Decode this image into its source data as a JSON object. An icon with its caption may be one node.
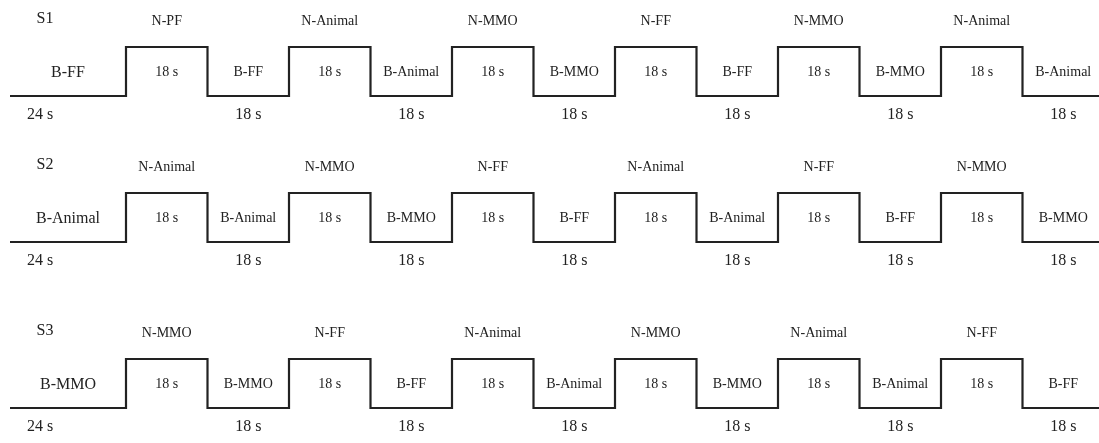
{
  "diagram": {
    "labels": [
      "S1",
      "N-PF",
      "N-Animal",
      "N-MMO",
      "N-FF",
      "N-MMO",
      "N-Animal",
      "B-FF",
      "18 s",
      "B-FF",
      "18 s",
      "B-Animal",
      "18 s",
      "B-MMO",
      "18 s",
      "B-FF",
      "18 s",
      "B-MMO",
      "18 s",
      "B-Animal",
      "24 s",
      "18 s",
      "18 s",
      "18 s",
      "18 s",
      "18 s",
      "18 s",
      "S2",
      "N-Animal",
      "N-MMO",
      "N-FF",
      "N-Animal",
      "N-FF",
      "N-MMO",
      "B-Animal",
      "18 s",
      "B-Animal",
      "18 s",
      "B-MMO",
      "18 s",
      "B-FF",
      "18 s",
      "B-Animal",
      "18 s",
      "B-FF",
      "18 s",
      "B-MMO",
      "24 s",
      "18 s",
      "18 s",
      "18 s",
      "18 s",
      "18 s",
      "18 s",
      "S3",
      "N-MMO",
      "N-FF",
      "N-Animal",
      "N-MMO",
      "N-Animal",
      "N-FF",
      "B-MMO",
      "18 s",
      "B-MMO",
      "18 s",
      "B-FF",
      "18 s",
      "B-Animal",
      "18 s",
      "B-MMO",
      "18 s",
      "B-Animal",
      "18 s",
      "B-FF",
      "24 s",
      "18 s",
      "18 s",
      "18 s",
      "18 s",
      "18 s",
      "18 s"
    ]
  }
}
